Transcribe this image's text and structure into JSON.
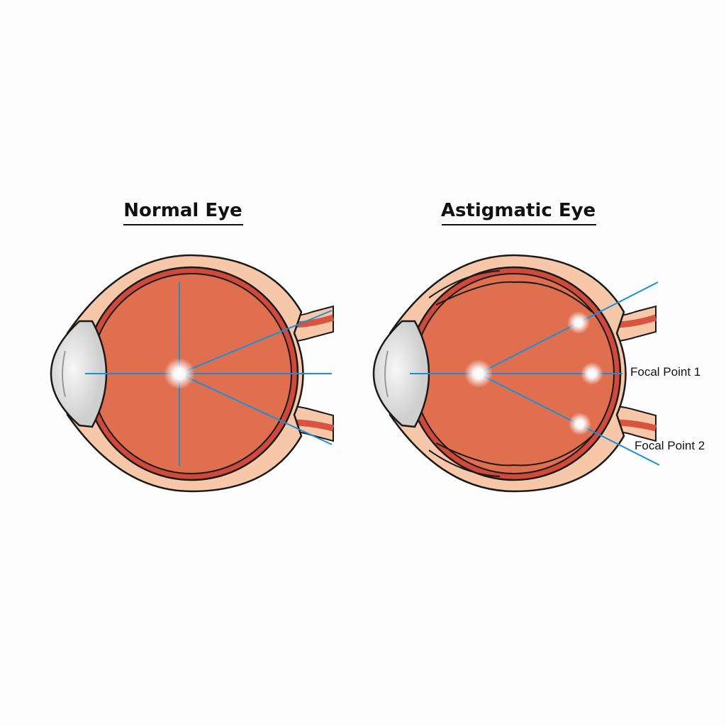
{
  "diagram": {
    "normal": {
      "title": "Normal Eye"
    },
    "astigmatic": {
      "title": "Astigmatic Eye",
      "labels": [
        "Focal Point 1",
        "Focal Point 2"
      ]
    }
  },
  "colors": {
    "sclera": "#f6c7a8",
    "choroid": "#cf4a3a",
    "vitreous": "#e06f50",
    "ray": "#1a8fd6",
    "outline": "#1a1a1a",
    "cornea": "#e4e4e4"
  }
}
